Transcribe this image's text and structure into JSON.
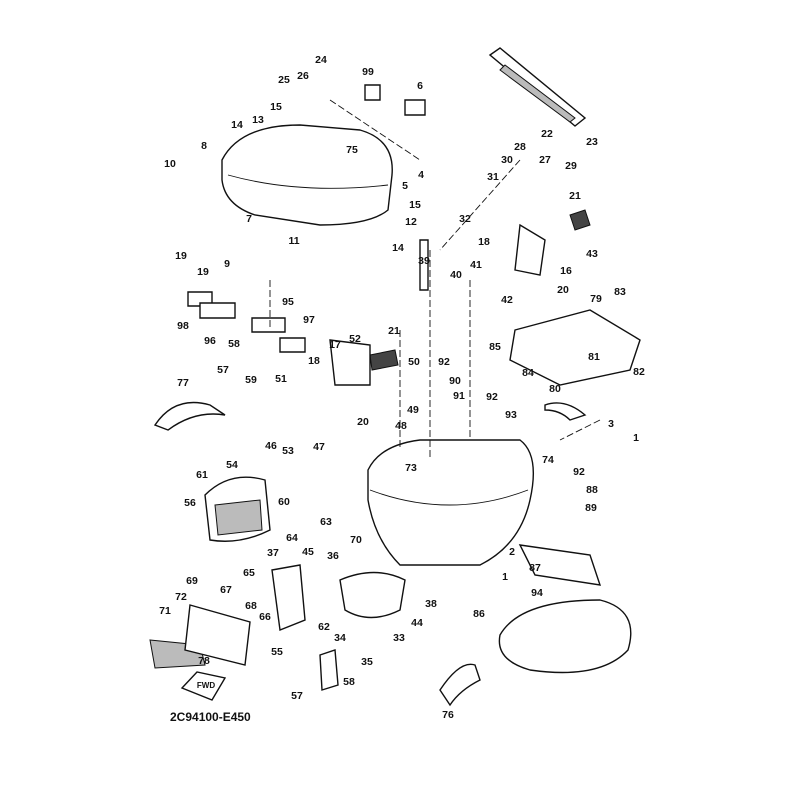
{
  "diagram_code": "2C94100-E450",
  "fwd_marker": "FWD",
  "part_labels": [
    "24",
    "99",
    "6",
    "25",
    "26",
    "15",
    "14",
    "13",
    "75",
    "4",
    "5",
    "8",
    "10",
    "22",
    "23",
    "28",
    "30",
    "27",
    "29",
    "31",
    "15",
    "12",
    "7",
    "11",
    "14",
    "32",
    "21",
    "9",
    "19",
    "19",
    "39",
    "40",
    "41",
    "18",
    "43",
    "16",
    "20",
    "42",
    "83",
    "79",
    "98",
    "96",
    "95",
    "97",
    "52",
    "21",
    "17",
    "18",
    "58",
    "57",
    "59",
    "77",
    "51",
    "50",
    "92",
    "90",
    "91",
    "85",
    "81",
    "84",
    "82",
    "80",
    "49",
    "20",
    "48",
    "92",
    "93",
    "3",
    "1",
    "46",
    "53",
    "47",
    "54",
    "61",
    "73",
    "74",
    "92",
    "88",
    "89",
    "56",
    "60",
    "63",
    "70",
    "64",
    "2",
    "1",
    "87",
    "37",
    "45",
    "36",
    "65",
    "69",
    "67",
    "68",
    "66",
    "38",
    "72",
    "71",
    "86",
    "94",
    "44",
    "33",
    "55",
    "62",
    "34",
    "35",
    "78",
    "57",
    "58",
    "76"
  ]
}
